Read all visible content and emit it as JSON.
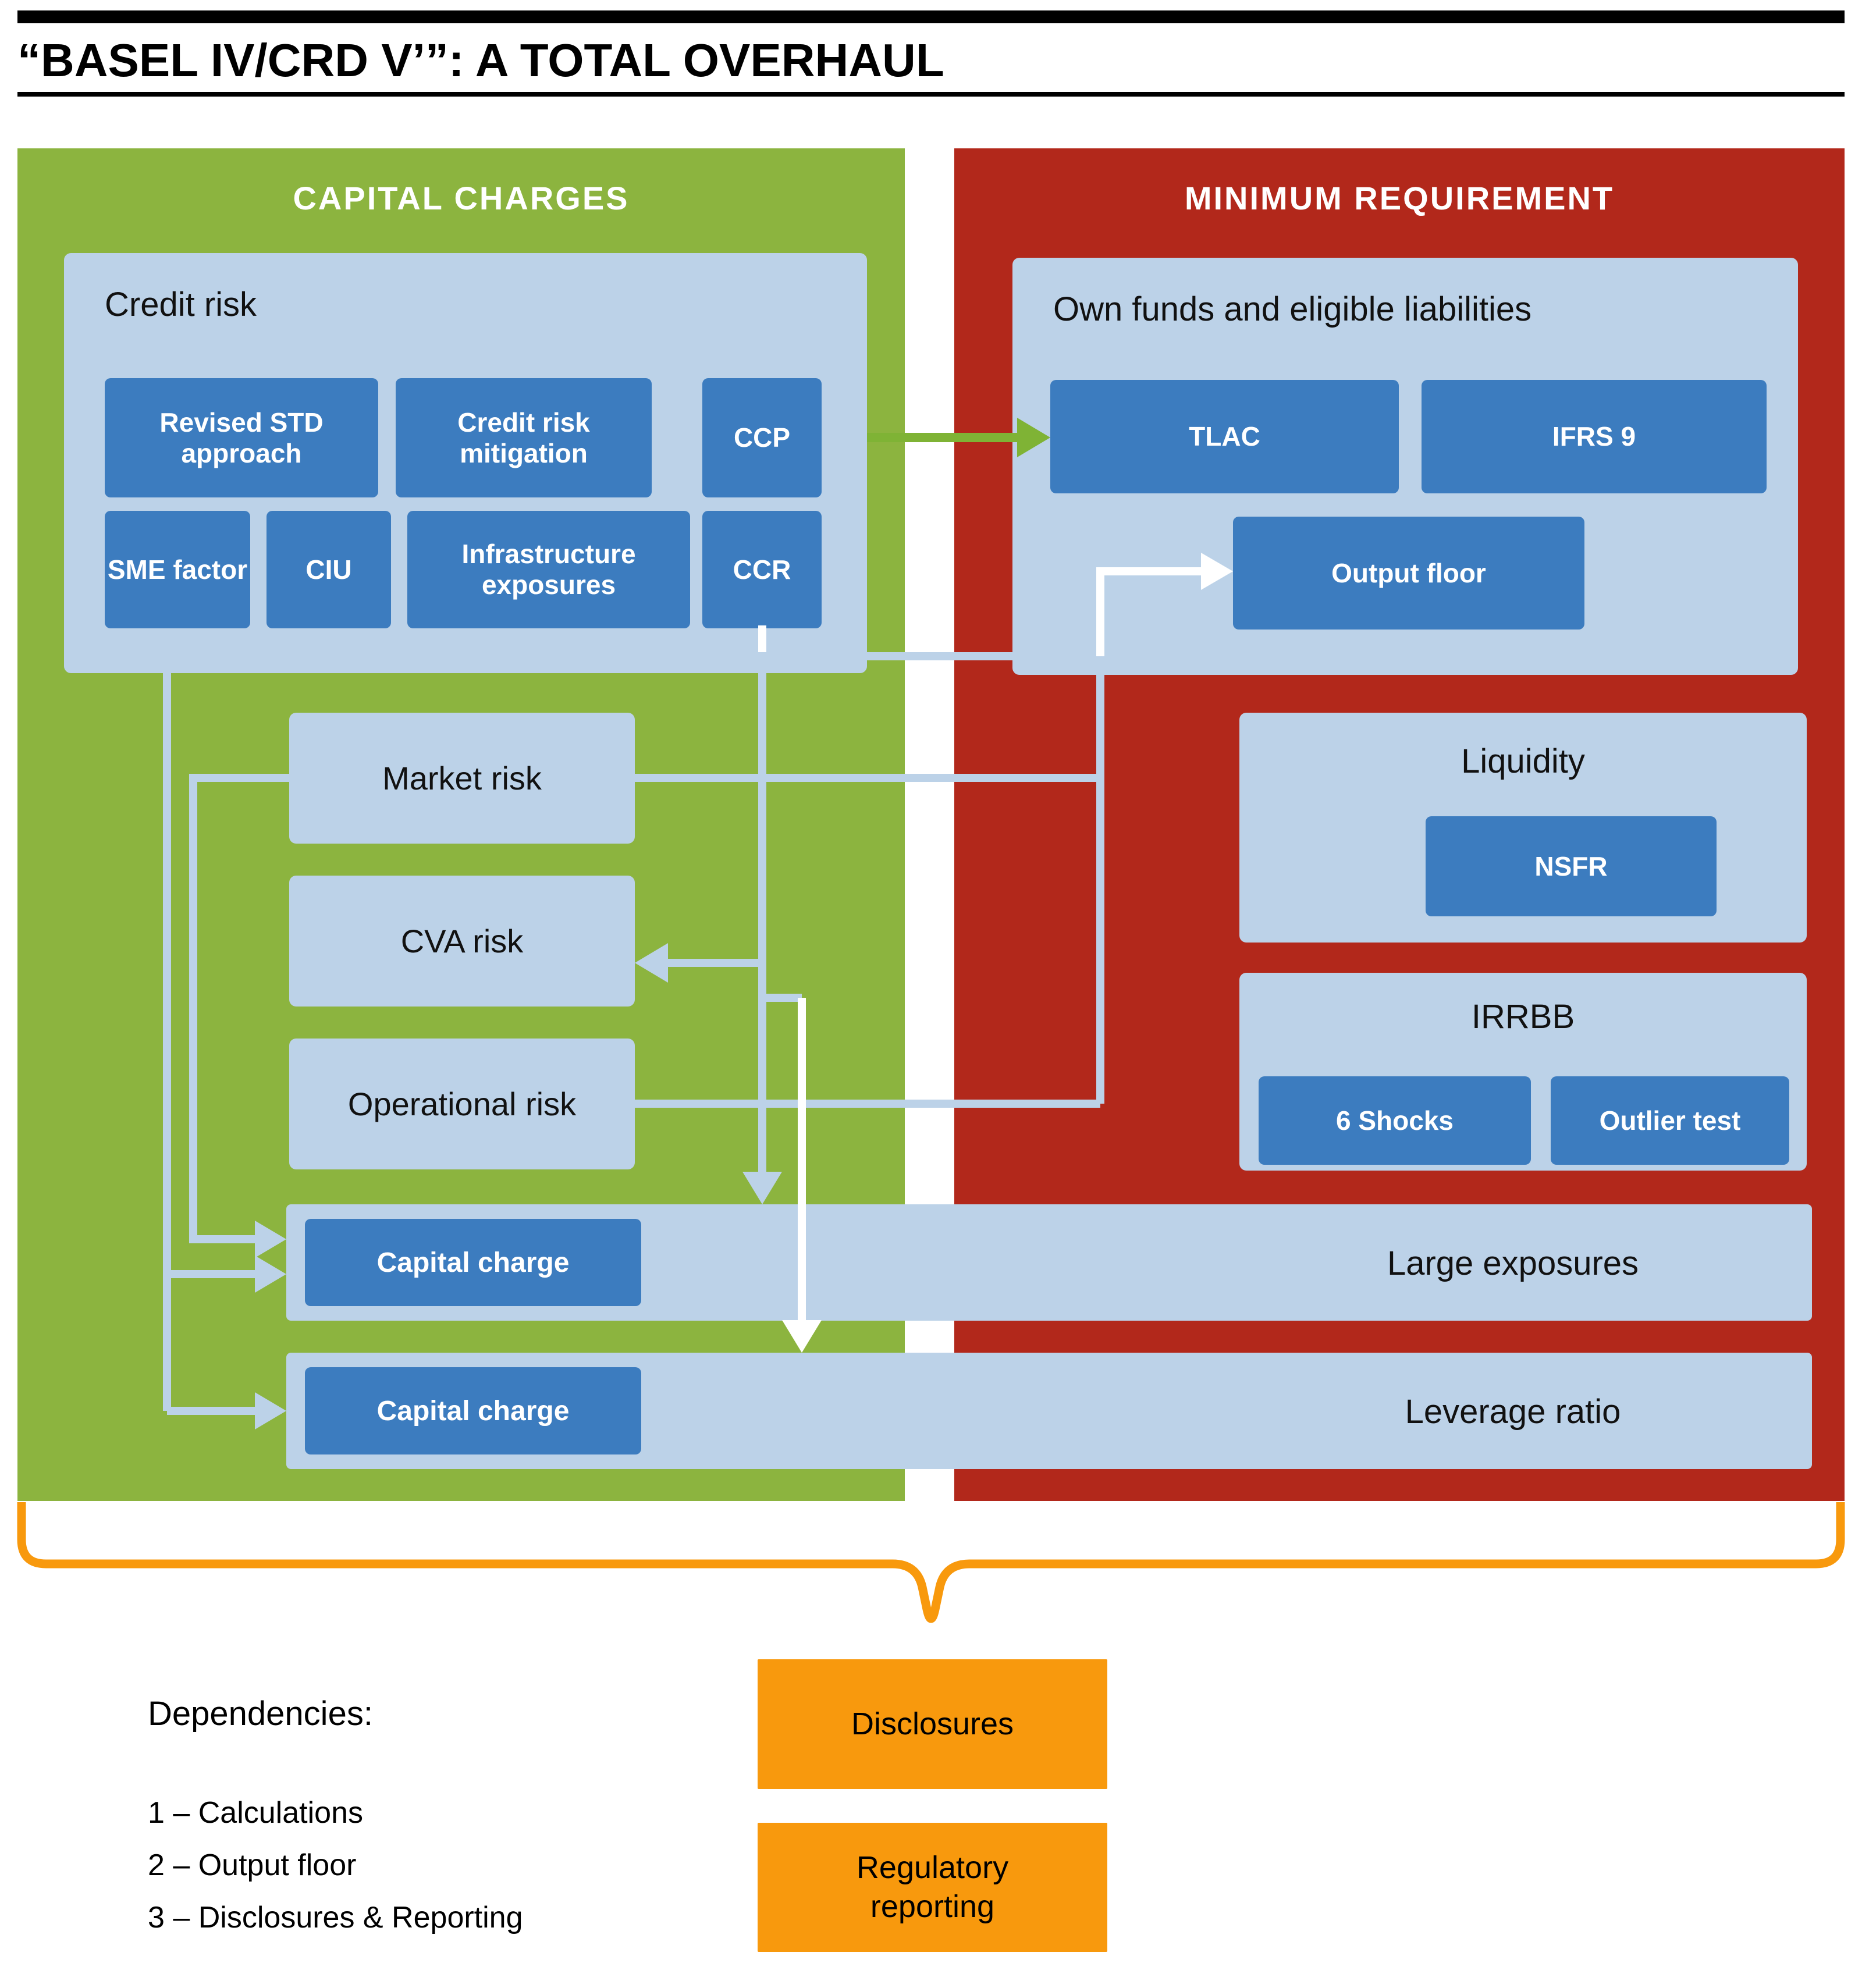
{
  "title": "“BASEL IV/CRD V’”: A TOTAL OVERHAUL",
  "colors": {
    "green_panel": "#8cb43f",
    "red_panel": "#b2281b",
    "light_blue": "#bcd2e8",
    "blue_box": "#3c7cbf",
    "orange": "#f8990d",
    "white_connector": "#ffffff",
    "green_arrow": "#7fb335",
    "black": "#000000"
  },
  "left_panel": {
    "header": "CAPITAL CHARGES",
    "credit_risk": {
      "label": "Credit risk",
      "row1": [
        "Revised STD approach",
        "Credit risk mitigation",
        "CCP"
      ],
      "row2": [
        "SME factor",
        "CIU",
        "Infrastructure exposures",
        "CCR"
      ]
    },
    "rows": [
      "Market risk",
      "CVA risk",
      "Operational risk"
    ],
    "capital_charge_1": "Capital charge",
    "capital_charge_2": "Capital charge"
  },
  "right_panel": {
    "header": "MINIMUM REQUIREMENT",
    "own_funds": {
      "label": "Own funds and eligible liabilities",
      "tlac": "TLAC",
      "ifrs9": "IFRS 9",
      "output_floor": "Output floor"
    },
    "liquidity": {
      "label": "Liquidity",
      "nsfr": "NSFR"
    },
    "irrbb": {
      "label": "IRRBB",
      "shocks": "6 Shocks",
      "outlier": "Outlier test"
    },
    "large_exposures": "Large exposures",
    "leverage_ratio": "Leverage ratio"
  },
  "bottom": {
    "disclosures": "Disclosures",
    "regulatory_reporting": "Regulatory reporting",
    "legend": {
      "heading": "Dependencies:",
      "items": [
        "1 – Calculations",
        "2 – Output floor",
        "3 – Disclosures & Reporting"
      ]
    }
  },
  "arrows": {
    "credit_to_tlac": "credit-risk-to-tlac",
    "ccr_to_output_floor": "ccr-to-output-floor",
    "market_to_collector": "market-risk-to-collector",
    "operational_to_collector": "operational-risk-to-collector",
    "ccr_column_to_large_exposures": "ccr-column-to-large-exposures",
    "ccr_column_to_cva": "ccr-column-to-cva-risk",
    "ccr_column_to_leverage": "ccr-column-to-leverage-ratio",
    "credit_to_large_exposures": "credit-risk-to-large-exposures",
    "credit_to_leverage": "credit-risk-to-leverage-ratio",
    "market_to_large_exposures": "market-risk-to-large-exposures"
  }
}
